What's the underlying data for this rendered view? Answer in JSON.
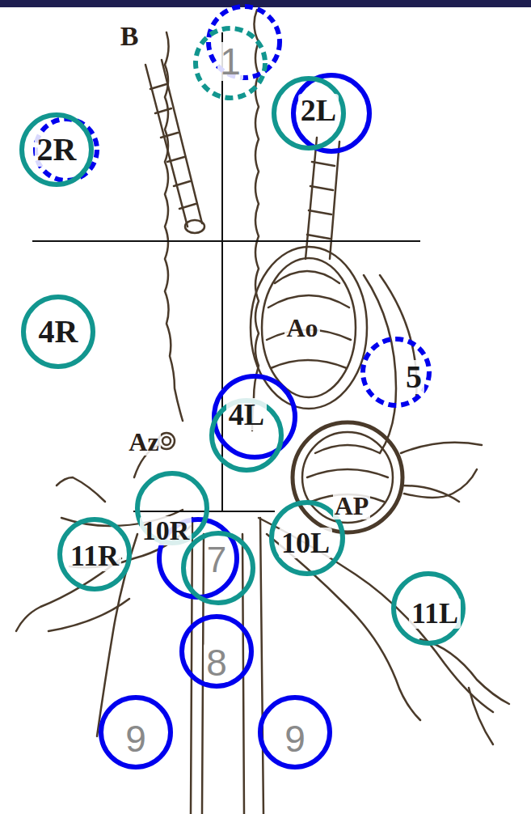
{
  "diagram": {
    "nodes": [
      {
        "text": [
          "1"
        ]
      },
      {
        "text": [
          "2R"
        ]
      },
      {
        "text": [
          "2L"
        ]
      },
      {
        "text": [
          "4R"
        ]
      },
      {
        "text": [
          "5"
        ]
      },
      {
        "text": [
          "4L"
        ]
      },
      {
        "text": [
          "10R"
        ]
      },
      {
        "text": [
          "11R"
        ]
      },
      {
        "text": [
          "7"
        ]
      },
      {
        "text": [
          "10L"
        ]
      },
      {
        "text": [
          "11L"
        ]
      },
      {
        "text": [
          "8"
        ]
      },
      {
        "text": [
          "9"
        ]
      },
      {
        "text": [
          "9"
        ]
      }
    ],
    "labels": [
      "B",
      "Ao",
      "Az",
      "AP"
    ]
  }
}
